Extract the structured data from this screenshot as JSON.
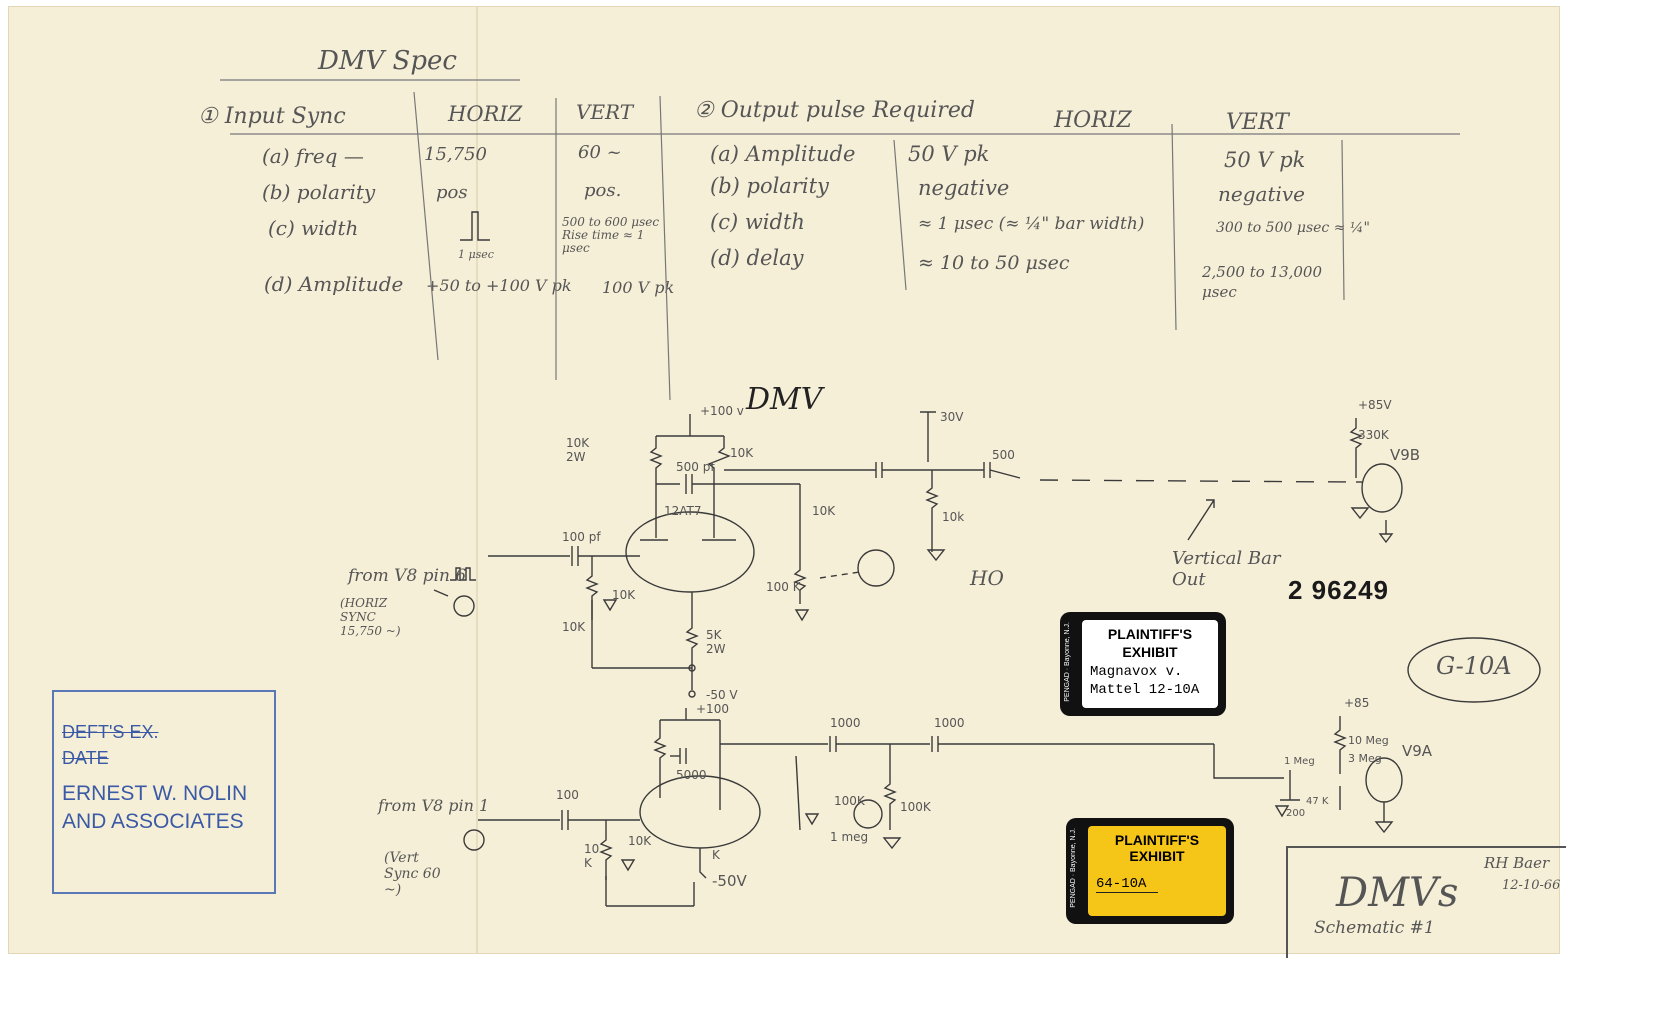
{
  "document": {
    "title": "DMV Spec",
    "input_section": {
      "heading": "① Input Sync",
      "col_horiz": "HORIZ",
      "col_vert": "VERT",
      "rows": [
        {
          "label": "(a) freq —",
          "horiz": "15,750",
          "vert": "60 ~"
        },
        {
          "label": "(b) polarity",
          "horiz": "pos",
          "vert": "pos."
        },
        {
          "label": "(c) width",
          "horiz": "1 μsec",
          "vert": "500 to 600 μsec Rise time ≈ 1 μsec"
        },
        {
          "label": "(d) Amplitude",
          "horiz": "+50 to +100 V pk",
          "vert": "100 V pk"
        }
      ]
    },
    "output_section": {
      "heading": "② Output pulse Required",
      "col_horiz": "HORIZ",
      "col_vert": "VERT",
      "rows": [
        {
          "label": "(a) Amplitude",
          "horiz": "50 V pk",
          "vert": "50 V pk"
        },
        {
          "label": "(b) polarity",
          "horiz": "negative",
          "vert": "negative"
        },
        {
          "label": "(c) width",
          "horiz": "≈ 1 μsec (≈ ¼\" bar width)",
          "vert": "300 to 500 μsec ≈ ¼\""
        },
        {
          "label": "(d) delay",
          "horiz": "≈ 10 to 50 μsec",
          "vert": "2,500 to 13,000 μsec"
        }
      ]
    },
    "schematic": {
      "title": "DMV",
      "top_labels": [
        "+100 v",
        "10K 2W",
        "10K",
        "500 pf",
        "12AT7",
        "100 pf",
        "10K",
        "10K",
        "100 K",
        "5K 2W",
        "-50 V",
        "10K",
        "30V",
        "500",
        "10k",
        "+85V",
        "330K",
        "V9B",
        "from V8 pin 6",
        "(HORIZ SYNC 15,750 ~)",
        "HO",
        "Vertical Bar Out"
      ],
      "bottom_labels": [
        "+100",
        "5000",
        "1000",
        "1000",
        "100",
        "from V8 pin 1",
        "(Vert Sync 60 ~)",
        "10 K",
        "10K",
        "100K",
        "1 meg",
        "100K",
        "+85",
        "10 Meg",
        "3 Meg",
        "V9A",
        "1 Meg",
        "47 K",
        "200",
        "K",
        "-50V"
      ]
    },
    "stamp": {
      "line1": "DEFT'S EX.",
      "line2": "DATE",
      "line3": "ERNEST W. NOLIN",
      "line4": "AND ASSOCIATES"
    },
    "exhibit_label_1": {
      "side_text": "PENGAD · Bayonne, N.J.",
      "title_line1": "PLAINTIFF'S",
      "title_line2": "EXHIBIT",
      "case_line1": "Magnavox v.",
      "case_line2": "Mattel 12-10A",
      "color": "#ffffff"
    },
    "exhibit_label_2": {
      "side_text": "PENGAD · Bayonne, N.J.",
      "title_line1": "PLAINTIFF'S",
      "title_line2": "EXHIBIT",
      "number": "64-10A",
      "color": "#f5c518"
    },
    "exhibit_stamp_number": "2 96249",
    "circled_mark": "G-10A",
    "title_block": {
      "author": "RH Baer",
      "date": "12-10-66",
      "drawing": "DMVs",
      "sheet": "Schematic #1"
    }
  }
}
